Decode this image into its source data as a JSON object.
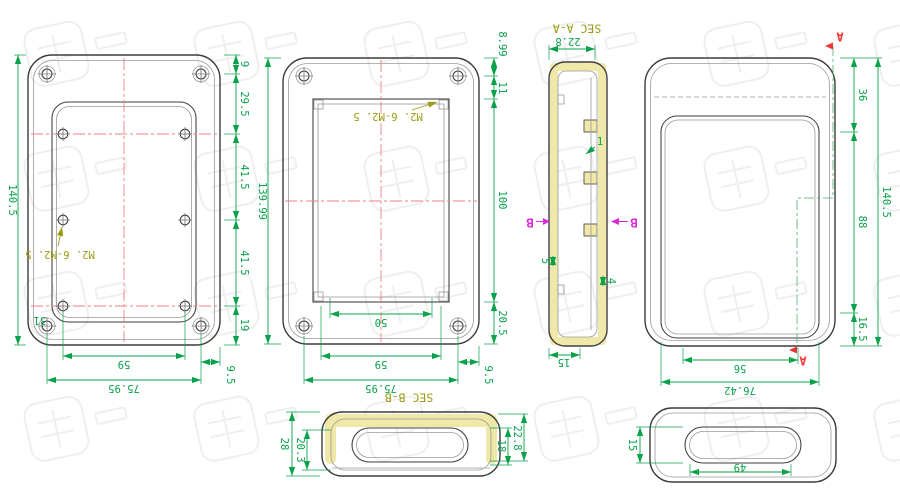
{
  "palette": {
    "dim_green": "#0aa14b",
    "label_olive": "#9b9b13",
    "marker_magenta": "#d92bd9",
    "marker_red": "#f03434",
    "centerline_red": "#ef8080",
    "section_yellow": "#efe8a8",
    "outline": "#3c3c3c"
  },
  "view_cover": {
    "label_thread": "M2. 6-M2. 5",
    "dim_height": "140.5",
    "dim_r1": "9",
    "dim_r2": "29.5",
    "dim_r3": "41.5",
    "dim_r4": "41.5",
    "dim_r5": "19",
    "dim_inner": "31",
    "dim_bottom_inner": "59",
    "dim_bottom_outer": "75.95",
    "dim_corner": "9.5"
  },
  "view_base": {
    "label_thread": "M2. 6-M2. 5",
    "dim_height": "139.99",
    "dim_r1": "8.99",
    "dim_r2": "11",
    "dim_r3": "100",
    "dim_r4": "20.5",
    "dim_inner": "50",
    "dim_bottom_inner": "59",
    "dim_bottom_outer": "75.95",
    "dim_corner": "9.5"
  },
  "section_aa": {
    "title": "SEC A-A",
    "dim_top": "22.8",
    "callout_1": "1",
    "dim_5": "5",
    "dim_4": "4",
    "dim_bottom": "15",
    "marker_b": "B"
  },
  "view_front": {
    "dim_r1": "36",
    "dim_r2": "88",
    "dim_r3": "16.5",
    "dim_height": "140.5",
    "dim_bottom_inner": "56",
    "dim_bottom_outer": "76.42",
    "marker_a": "A"
  },
  "section_bb": {
    "title": "SEC B-B",
    "dim_left_outer": "28",
    "dim_left_inner": "20.3",
    "dim_right_inner": "18",
    "dim_right_outer": "22.8"
  },
  "view_end": {
    "dim_slot_h": "15",
    "dim_slot_w": "49"
  }
}
